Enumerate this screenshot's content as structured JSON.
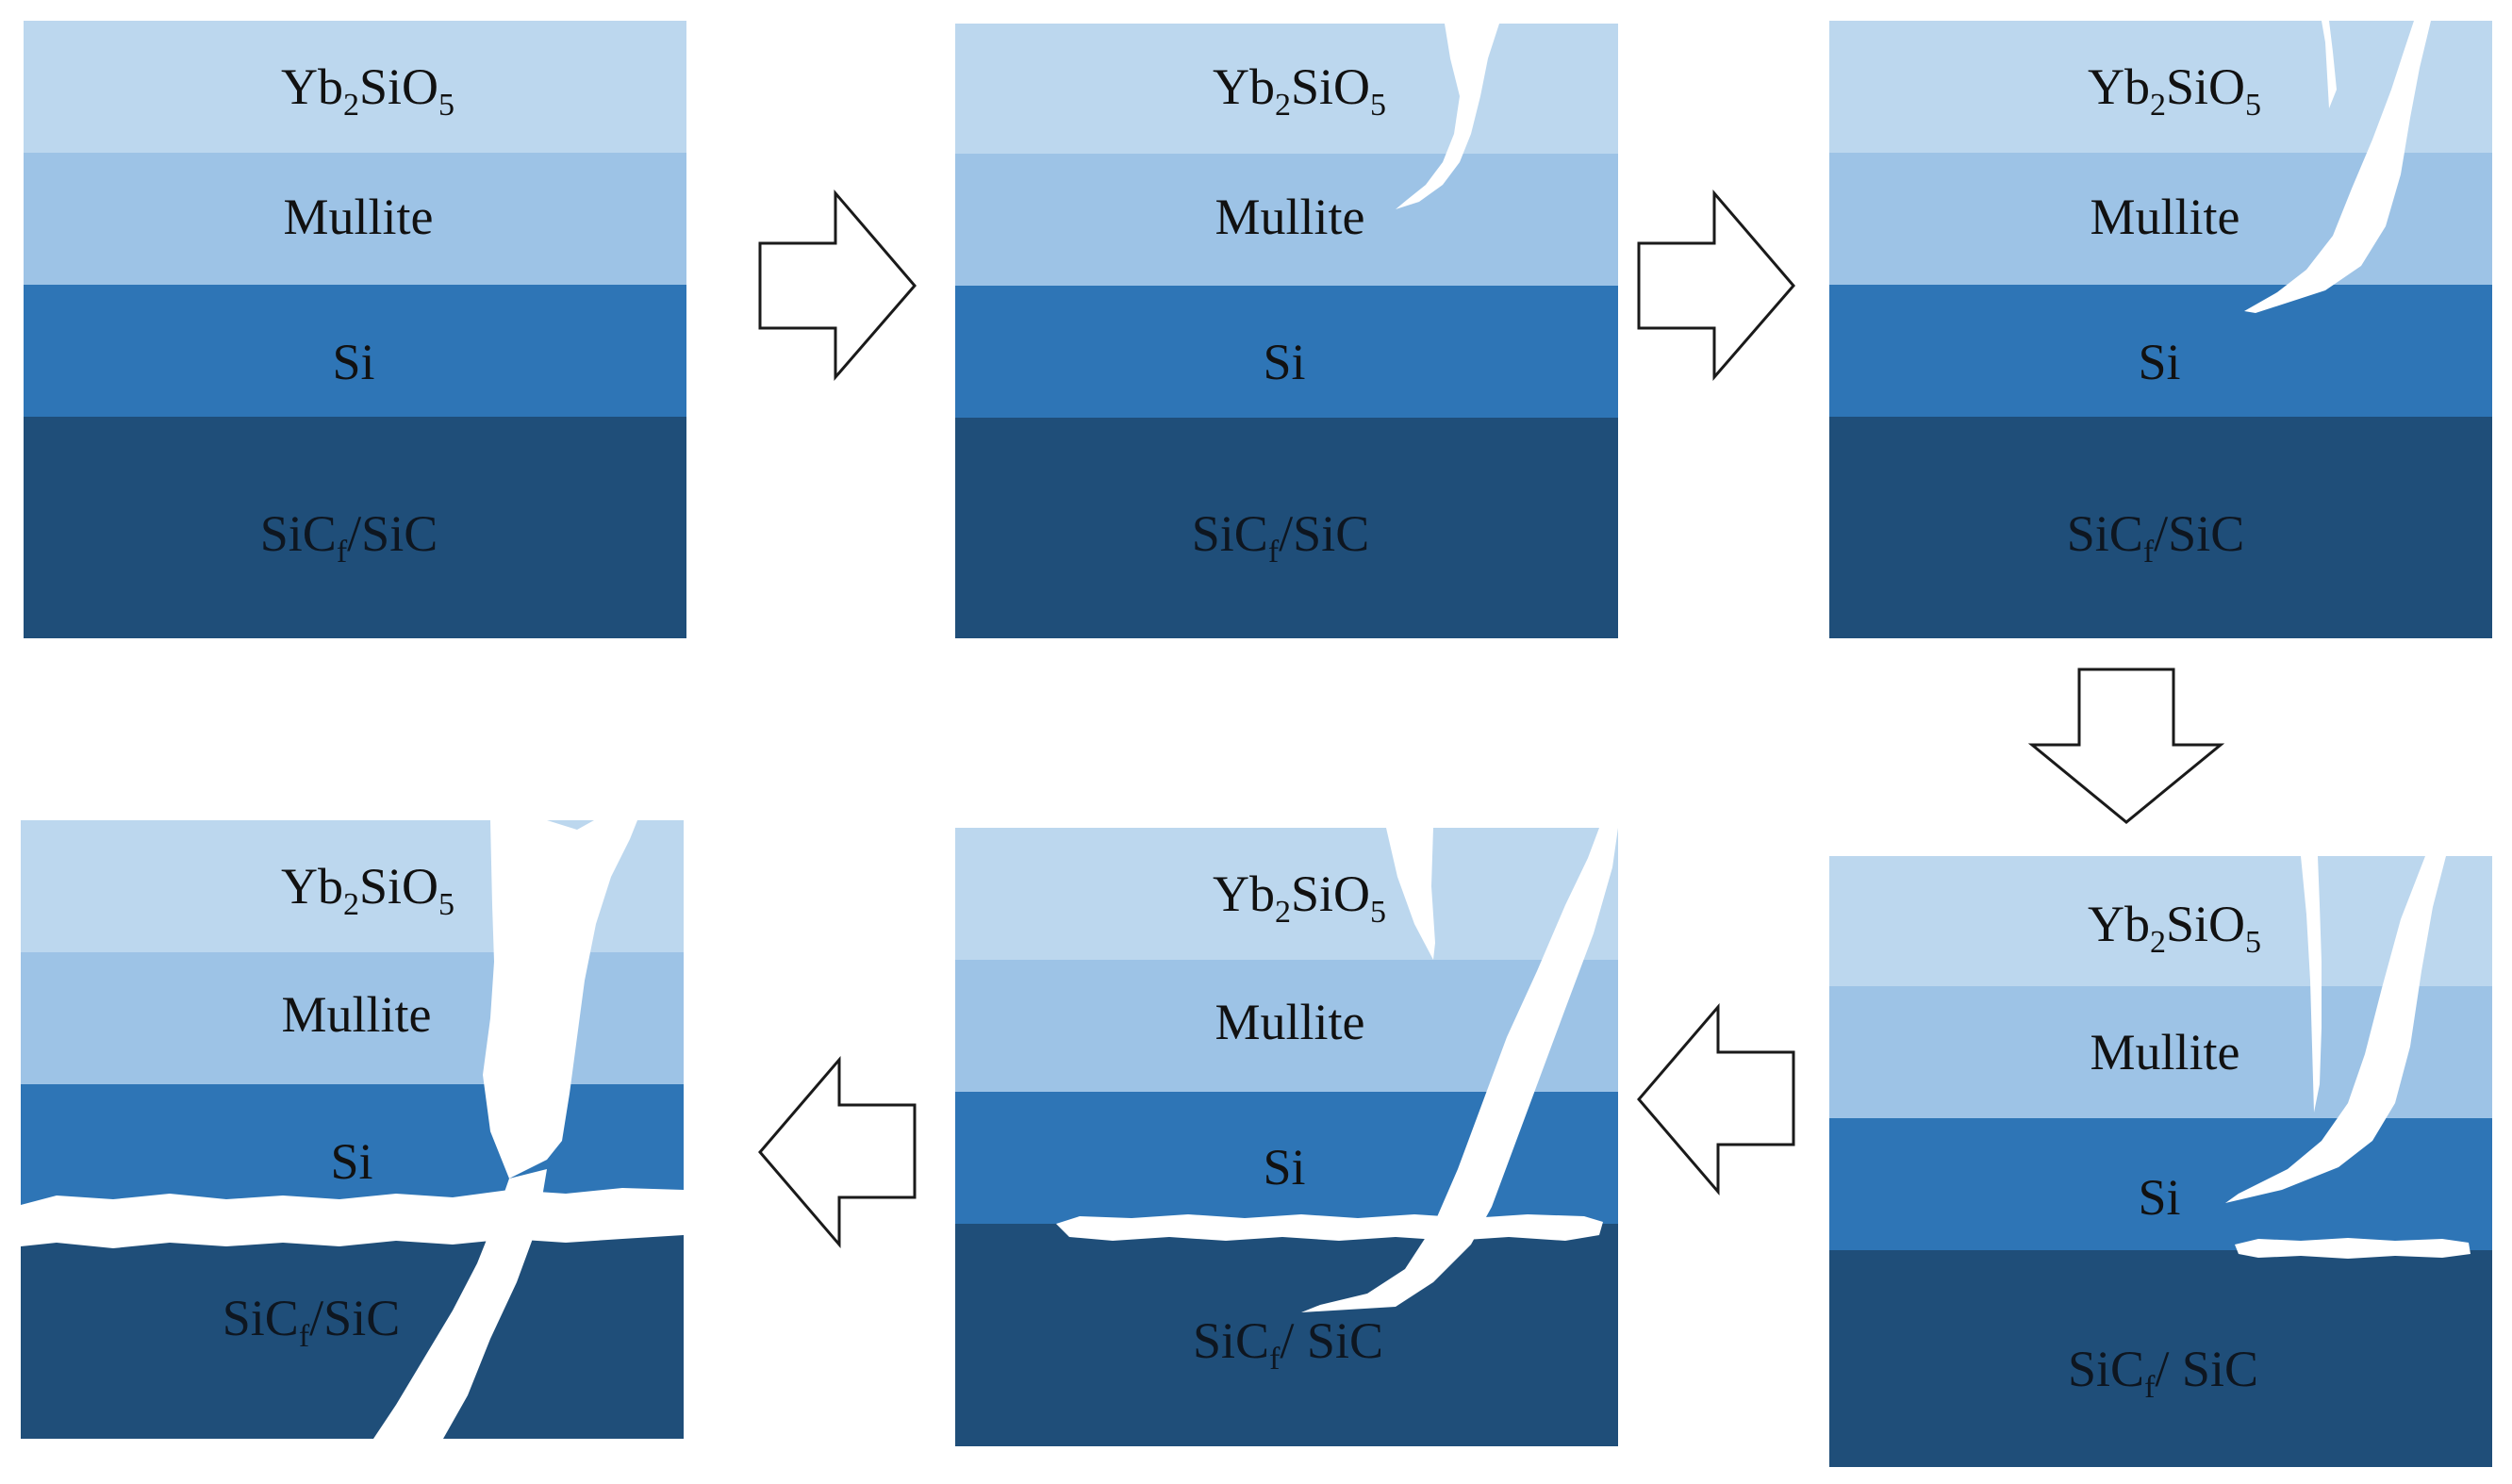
{
  "colors": {
    "yb2sio5": "#bcd7ee",
    "mullite": "#9dc3e6",
    "si": "#2e75b6",
    "substrate": "#1f4e79",
    "crack": "#ffffff"
  },
  "layers": {
    "yb2sio5": {
      "main": "Yb",
      "sub1": "2",
      "mid": "SiO",
      "sub2": "5"
    },
    "mullite": "Mullite",
    "si": "Si",
    "substrate": {
      "main": "SiC",
      "sub": "f",
      "rest": "/SiC"
    },
    "substrate_spaced": {
      "main": "SiC",
      "sub": "f",
      "rest": "/ SiC"
    }
  },
  "stages": [
    {
      "name": "stage-1-intact"
    },
    {
      "name": "stage-2-crack-in-topcoat"
    },
    {
      "name": "stage-3-crack-reaches-si"
    },
    {
      "name": "stage-4-interface-crack-starts"
    },
    {
      "name": "stage-5-crack-into-substrate"
    },
    {
      "name": "stage-6-full-fracture"
    }
  ],
  "flow": [
    "right",
    "right",
    "down",
    "left",
    "left"
  ]
}
